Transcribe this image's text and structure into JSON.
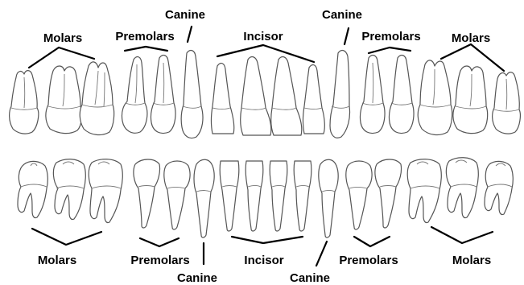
{
  "upper_labels": {
    "molars_left": "Molars",
    "premolars_left": "Premolars",
    "canine_left": "Canine",
    "incisor": "Incisor",
    "canine_right": "Canine",
    "premolars_right": "Premolars",
    "molars_right": "Molars"
  },
  "lower_labels": {
    "molars_left": "Molars",
    "premolars_left": "Premolars",
    "canine_left": "Canine",
    "incisor": "Incisor",
    "canine_right": "Canine",
    "premolars_right": "Premolars",
    "molars_right": "Molars"
  }
}
